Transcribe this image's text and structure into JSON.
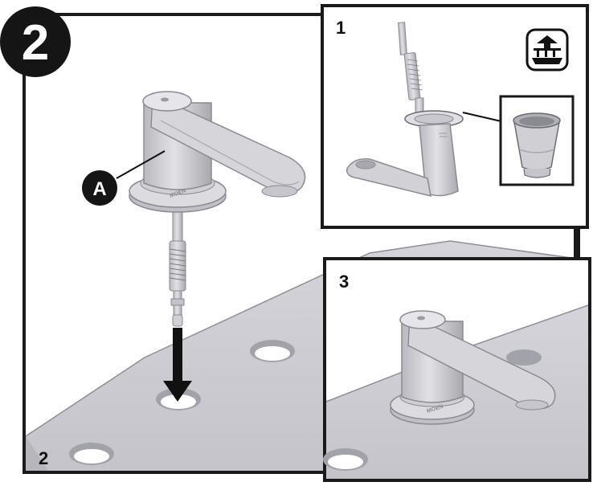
{
  "step_badge": {
    "label": "2"
  },
  "callout": {
    "label": "A"
  },
  "panels": {
    "main": {
      "label": "2"
    },
    "inset1": {
      "label": "1"
    },
    "inset3": {
      "label": "3"
    }
  },
  "colors": {
    "frame": "#1a1a1a",
    "surface": "#c9c9cf",
    "surface_dark": "#a9a9b0",
    "part": "#d8d8dc",
    "part_shadow": "#b4b4ba",
    "hole": "#ffffff"
  },
  "icons": [
    "arrow-down-icon",
    "not-dishwasher-safe-icon",
    "cup-icon"
  ]
}
